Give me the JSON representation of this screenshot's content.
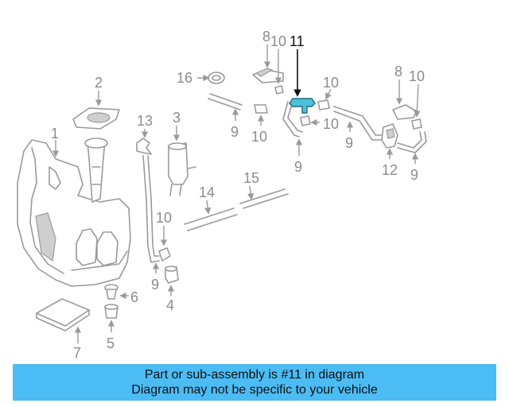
{
  "callouts": {
    "c1": "1",
    "c2": "2",
    "c3": "3",
    "c4": "4",
    "c5": "5",
    "c6": "6",
    "c7": "7",
    "c8a": "8",
    "c8b": "8",
    "c9a": "9",
    "c9b": "9",
    "c9c": "9",
    "c9d": "9",
    "c9e": "9",
    "c10a": "10",
    "c10b": "10",
    "c10c": "10",
    "c10d": "10",
    "c10e": "10",
    "c10f": "10",
    "c11": "11",
    "c12": "12",
    "c13": "13",
    "c14": "14",
    "c15": "15",
    "c16": "16"
  },
  "highlighted_part": "11",
  "highlight_color": "#4dbfd6",
  "banner": {
    "line1": "Part or sub-assembly is #11 in diagram",
    "line2": "Diagram may not be specific to your vehicle",
    "color": "#4bbcf4"
  }
}
